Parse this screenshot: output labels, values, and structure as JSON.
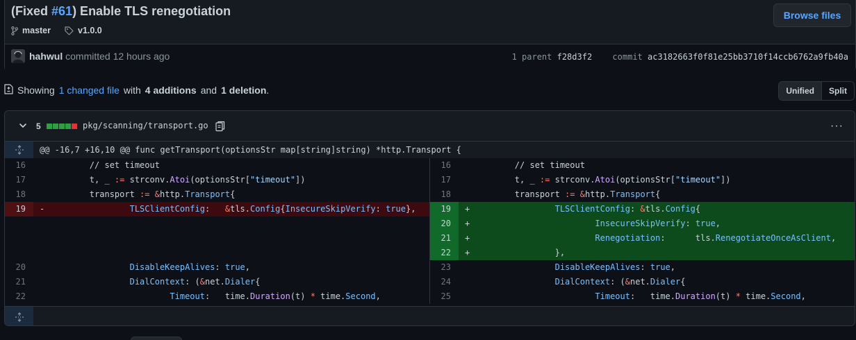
{
  "commit": {
    "title_prefix": "(Fixed ",
    "issue_ref": "#61",
    "title_suffix": ") Enable TLS renegotiation",
    "branch": "master",
    "tag": "v1.0.0",
    "browse_label": "Browse files",
    "author": "hahwul",
    "action": " committed 12 hours ago",
    "parent_label": "1 parent",
    "parent_sha": "f28d3f2",
    "commit_label": "commit",
    "commit_sha": "ac3182663f0f81e25bb3710f14ccb6762a9fb40a"
  },
  "toc": {
    "showing": "Showing",
    "changed": "1 changed file",
    "with": "with",
    "additions": "4 additions",
    "and": "and",
    "deletions": "1 deletion",
    "period": "."
  },
  "view_toggle": {
    "unified": "Unified",
    "split": "Split"
  },
  "file": {
    "change_count": "5",
    "diffstat_additions_fraction": 0.8,
    "path": "pkg/scanning/transport.go",
    "hunk": "@@ -16,7 +16,10 @@ func getTransport(optionsStr map[string]string) *http.Transport {",
    "left": [
      {
        "ln": "16",
        "type": "ctx",
        "sign": "",
        "code": "        // set timeout"
      },
      {
        "ln": "17",
        "type": "ctx",
        "sign": "",
        "code": "        t, _ := strconv.Atoi(optionsStr[\"timeout\"])"
      },
      {
        "ln": "18",
        "type": "ctx",
        "sign": "",
        "code": "        transport := &http.Transport{"
      },
      {
        "ln": "19",
        "type": "del",
        "sign": "-",
        "code": "                TLSClientConfig:   &tls.Config{InsecureSkipVerify: true},"
      },
      {
        "ln": "",
        "type": "empty",
        "sign": "",
        "code": ""
      },
      {
        "ln": "",
        "type": "empty",
        "sign": "",
        "code": ""
      },
      {
        "ln": "",
        "type": "empty",
        "sign": "",
        "code": ""
      },
      {
        "ln": "20",
        "type": "ctx",
        "sign": "",
        "code": "                DisableKeepAlives: true,"
      },
      {
        "ln": "21",
        "type": "ctx",
        "sign": "",
        "code": "                DialContext: (&net.Dialer{"
      },
      {
        "ln": "22",
        "type": "ctx",
        "sign": "",
        "code": "                        Timeout:   time.Duration(t) * time.Second,"
      }
    ],
    "right": [
      {
        "ln": "16",
        "type": "ctx",
        "sign": "",
        "code": "        // set timeout"
      },
      {
        "ln": "17",
        "type": "ctx",
        "sign": "",
        "code": "        t, _ := strconv.Atoi(optionsStr[\"timeout\"])"
      },
      {
        "ln": "18",
        "type": "ctx",
        "sign": "",
        "code": "        transport := &http.Transport{"
      },
      {
        "ln": "19",
        "type": "add",
        "sign": "+",
        "code": "                TLSClientConfig: &tls.Config{"
      },
      {
        "ln": "20",
        "type": "add",
        "sign": "+",
        "code": "                        InsecureSkipVerify: true,"
      },
      {
        "ln": "21",
        "type": "add",
        "sign": "+",
        "code": "                        Renegotiation:      tls.RenegotiateOnceAsClient,"
      },
      {
        "ln": "22",
        "type": "add",
        "sign": "+",
        "code": "                },"
      },
      {
        "ln": "23",
        "type": "ctx",
        "sign": "",
        "code": "                DisableKeepAlives: true,"
      },
      {
        "ln": "24",
        "type": "ctx",
        "sign": "",
        "code": "                DialContext: (&net.Dialer{"
      },
      {
        "ln": "25",
        "type": "ctx",
        "sign": "",
        "code": "                        Timeout:   time.Duration(t) * time.Second,"
      }
    ]
  },
  "icons": {
    "branch": "git-branch-icon",
    "tag": "tag-icon",
    "file_diff": "file-diff-icon",
    "chevron": "chevron-down-icon",
    "copy": "copy-icon",
    "kebab": "kebab-horizontal-icon",
    "expand": "unfold-icon"
  },
  "colors": {
    "link": "#58a6ff",
    "addition_bg": "#0d4a1c",
    "deletion_bg": "#3d0a10",
    "addition_mark": "#2ea043",
    "deletion_mark": "#da3633"
  }
}
